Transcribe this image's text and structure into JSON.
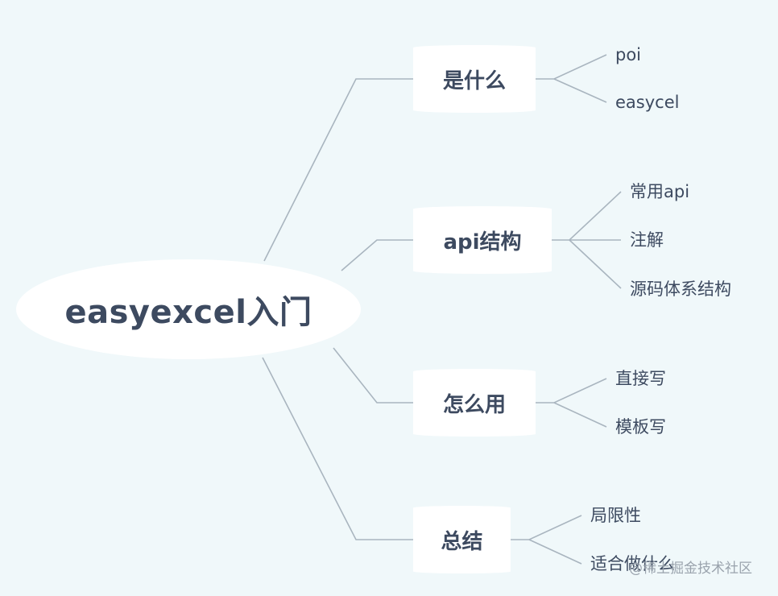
{
  "root": {
    "label": "easyexcel入门"
  },
  "branches": [
    {
      "label": "是什么",
      "leaves": [
        "poi",
        "easycel"
      ]
    },
    {
      "label": "api结构",
      "leaves": [
        "常用api",
        "注解",
        "源码体系结构"
      ]
    },
    {
      "label": "怎么用",
      "leaves": [
        "直接写",
        "模板写"
      ]
    },
    {
      "label": "总结",
      "leaves": [
        "局限性",
        "适合做什么"
      ]
    }
  ],
  "watermark": "@稀土掘金技术社区",
  "colors": {
    "background": "#f0f8fa",
    "node_fill": "#ffffff",
    "text": "#3d4a60",
    "connector": "#a9b5bf"
  }
}
